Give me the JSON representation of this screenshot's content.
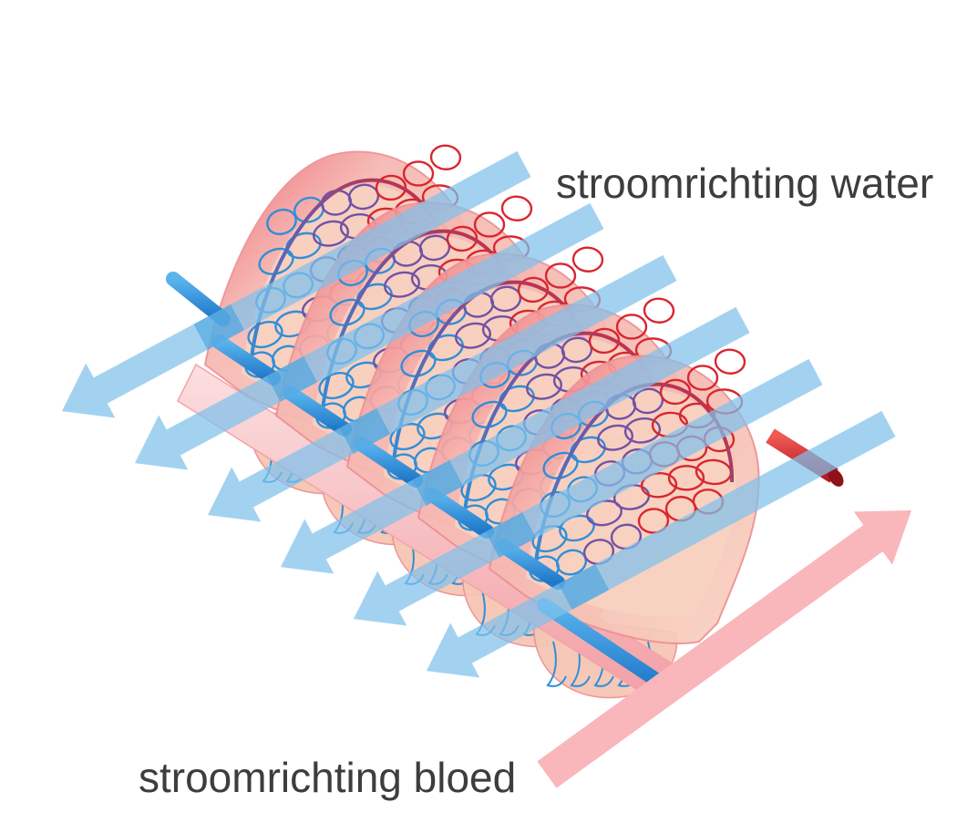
{
  "labels": {
    "water_flow": "stroomrichting water",
    "blood_flow": "stroomrichting bloed"
  },
  "diagram": {
    "subject": "gill filaments with countercurrent exchange",
    "lamella_count": 5,
    "water_arrow_count": 6,
    "blood_arrow_count": 1
  },
  "colors": {
    "water_arrow": "#7fc1ec",
    "water_arrow_dark": "#3f9fdc",
    "blood_arrow": "#f9b6bb",
    "deoxygenated_vessel": "#2f8fd8",
    "oxygenated_vessel": "#d9262f",
    "lamella_fill": "#f6c6b4",
    "lamella_edge": "#ee8f94",
    "text": "#3d3d3d"
  }
}
